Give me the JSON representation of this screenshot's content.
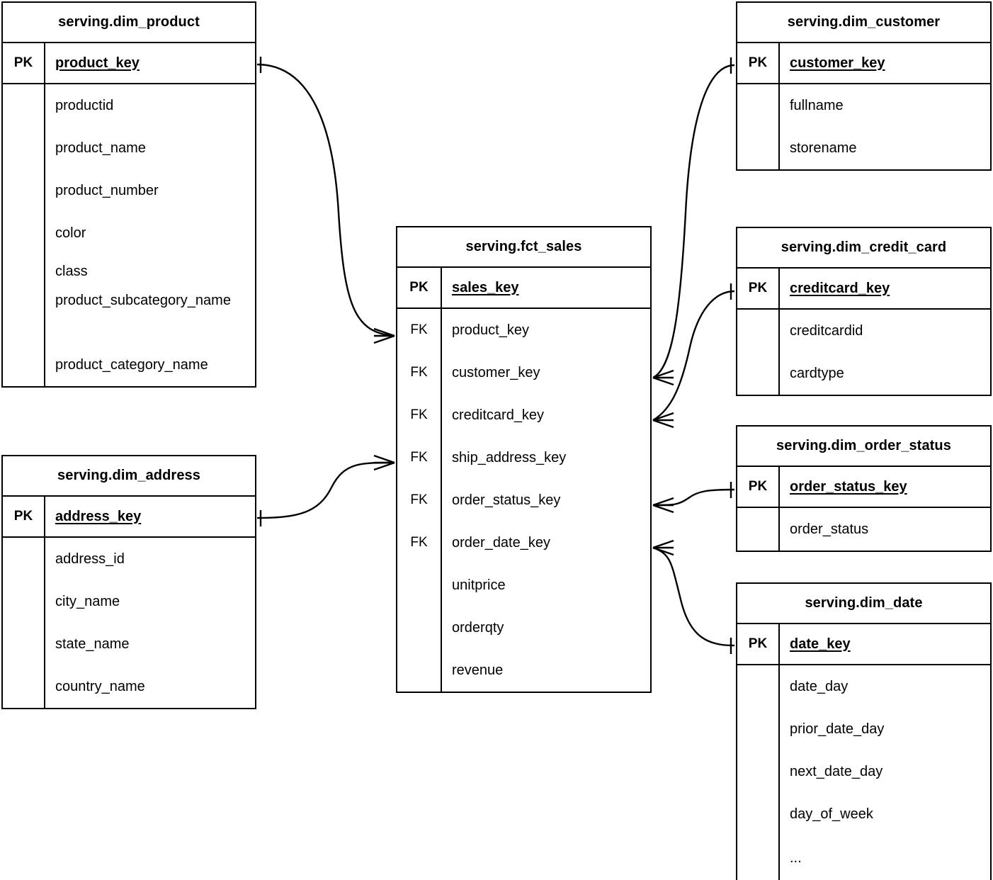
{
  "diagram": {
    "type": "entity-relationship-diagram",
    "notation": "crow-foot",
    "line_color": "#000000",
    "background_color": "#ffffff",
    "key_labels": {
      "pk": "PK",
      "fk": "FK"
    }
  },
  "entities": {
    "dim_product": {
      "title": "serving.dim_product",
      "pk": {
        "key": "PK",
        "name": "product_key"
      },
      "attributes": [
        {
          "key": "",
          "name": "productid"
        },
        {
          "key": "",
          "name": "product_name"
        },
        {
          "key": "",
          "name": "product_number"
        },
        {
          "key": "",
          "name": "color"
        },
        {
          "key": "",
          "name": "class"
        },
        {
          "key": "",
          "name": "product_subcategory_name"
        },
        {
          "key": "",
          "name": "product_category_name"
        }
      ]
    },
    "dim_customer": {
      "title": "serving.dim_customer",
      "pk": {
        "key": "PK",
        "name": "customer_key"
      },
      "attributes": [
        {
          "key": "",
          "name": "fullname"
        },
        {
          "key": "",
          "name": "storename"
        }
      ]
    },
    "fct_sales": {
      "title": "serving.fct_sales",
      "pk": {
        "key": "PK",
        "name": "sales_key"
      },
      "attributes": [
        {
          "key": "FK",
          "name": "product_key"
        },
        {
          "key": "FK",
          "name": "customer_key"
        },
        {
          "key": "FK",
          "name": "creditcard_key"
        },
        {
          "key": "FK",
          "name": "ship_address_key"
        },
        {
          "key": "FK",
          "name": "order_status_key"
        },
        {
          "key": "FK",
          "name": "order_date_key"
        },
        {
          "key": "",
          "name": "unitprice"
        },
        {
          "key": "",
          "name": "orderqty"
        },
        {
          "key": "",
          "name": "revenue"
        }
      ]
    },
    "dim_credit_card": {
      "title": "serving.dim_credit_card",
      "pk": {
        "key": "PK",
        "name": "creditcard_key"
      },
      "attributes": [
        {
          "key": "",
          "name": "creditcardid"
        },
        {
          "key": "",
          "name": "cardtype"
        }
      ]
    },
    "dim_order_status": {
      "title": "serving.dim_order_status",
      "pk": {
        "key": "PK",
        "name": "order_status_key"
      },
      "attributes": [
        {
          "key": "",
          "name": "order_status"
        }
      ]
    },
    "dim_address": {
      "title": "serving.dim_address",
      "pk": {
        "key": "PK",
        "name": "address_key"
      },
      "attributes": [
        {
          "key": "",
          "name": "address_id"
        },
        {
          "key": "",
          "name": "city_name"
        },
        {
          "key": "",
          "name": "state_name"
        },
        {
          "key": "",
          "name": "country_name"
        }
      ]
    },
    "dim_date": {
      "title": "serving.dim_date",
      "pk": {
        "key": "PK",
        "name": "date_key"
      },
      "attributes": [
        {
          "key": "",
          "name": "date_day"
        },
        {
          "key": "",
          "name": "prior_date_day"
        },
        {
          "key": "",
          "name": "next_date_day"
        },
        {
          "key": "",
          "name": "day_of_week"
        },
        {
          "key": "",
          "name": "..."
        }
      ]
    }
  },
  "relationships": [
    {
      "from": "dim_product.product_key",
      "to": "fct_sales.product_key",
      "from_cardinality": "one",
      "to_cardinality": "many"
    },
    {
      "from": "dim_customer.customer_key",
      "to": "fct_sales.customer_key",
      "from_cardinality": "one",
      "to_cardinality": "many"
    },
    {
      "from": "dim_credit_card.creditcard_key",
      "to": "fct_sales.creditcard_key",
      "from_cardinality": "one",
      "to_cardinality": "many"
    },
    {
      "from": "dim_address.address_key",
      "to": "fct_sales.ship_address_key",
      "from_cardinality": "one",
      "to_cardinality": "many"
    },
    {
      "from": "dim_order_status.order_status_key",
      "to": "fct_sales.order_status_key",
      "from_cardinality": "one",
      "to_cardinality": "many"
    },
    {
      "from": "dim_date.date_key",
      "to": "fct_sales.order_date_key",
      "from_cardinality": "one",
      "to_cardinality": "many"
    }
  ]
}
